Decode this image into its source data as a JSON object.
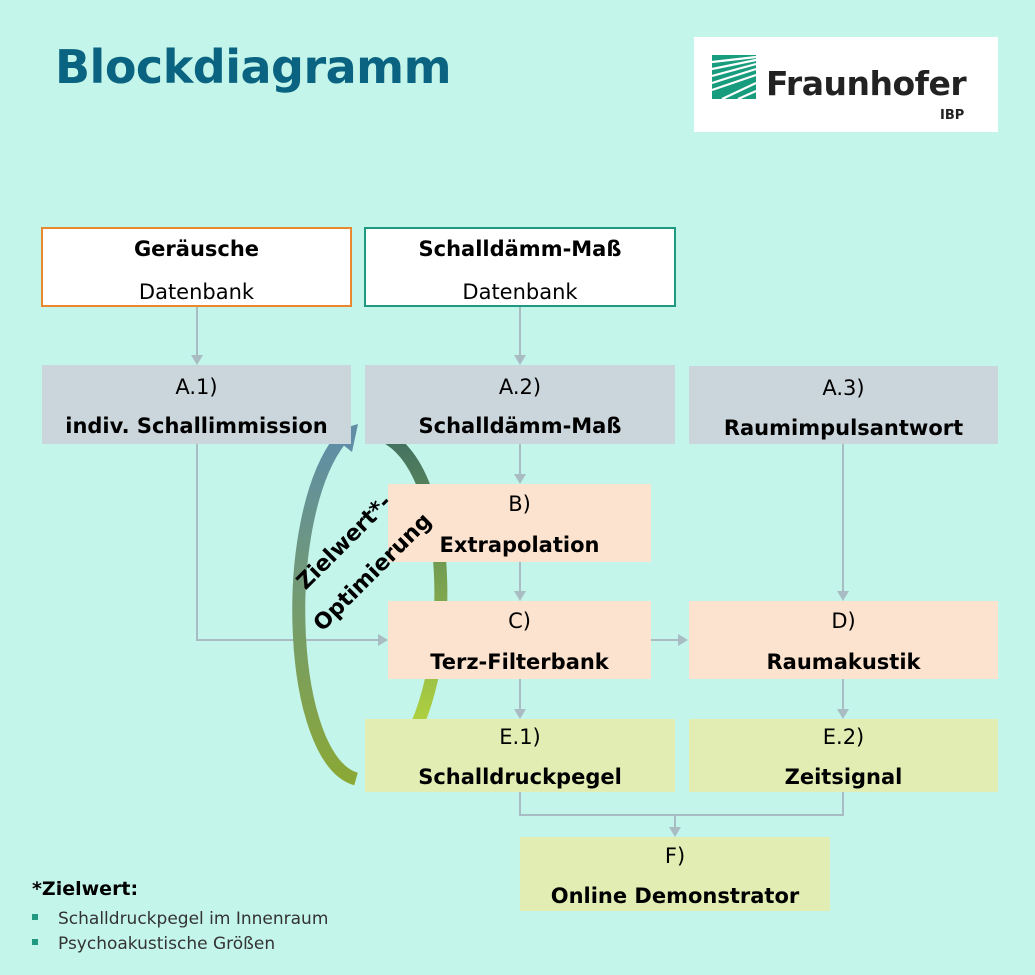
{
  "title": "Blockdiagramm",
  "logo": {
    "name": "Fraunhofer",
    "sub": "IBP"
  },
  "boxes": {
    "geraeusche": {
      "title": "Geräusche",
      "sub": "Datenbank"
    },
    "schalldaemm_db": {
      "title": "Schalldämm-Maß",
      "sub": "Datenbank"
    },
    "a1": {
      "id": "A.1)",
      "label": "indiv. Schallimmission"
    },
    "a2": {
      "id": "A.2)",
      "label": "Schalldämm-Maß"
    },
    "a3": {
      "id": "A.3)",
      "label": "Raumimpulsantwort"
    },
    "b": {
      "id": "B)",
      "label": "Extrapolation"
    },
    "c": {
      "id": "C)",
      "label": "Terz-Filterbank"
    },
    "d": {
      "id": "D)",
      "label": "Raumakustik"
    },
    "e1": {
      "id": "E.1)",
      "label": "Schalldruckpegel"
    },
    "e2": {
      "id": "E.2)",
      "label": "Zeitsignal"
    },
    "f": {
      "id": "F)",
      "label": "Online Demonstrator"
    }
  },
  "cycle": {
    "line1": "Zielwert*-",
    "line2": "Optimierung"
  },
  "footnote": {
    "heading": "*Zielwert:",
    "items": [
      "Schalldruckpegel im Innenraum",
      "Psychoakustische Größen"
    ]
  },
  "colors": {
    "title": "#0a6380",
    "background": "#c4f5ea",
    "orange_border": "#e8892f",
    "green_border": "#1f9a80",
    "gray_box": "#cbd6dc",
    "peach_box": "#fce3cf",
    "lime_box": "#e2edb3",
    "connector": "#a9bcc4"
  }
}
